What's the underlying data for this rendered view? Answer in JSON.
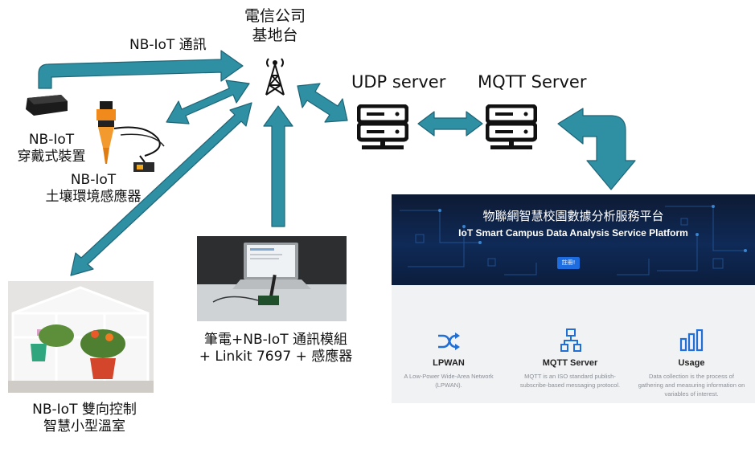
{
  "tower": {
    "line1": "電信公司",
    "line2": "基地台"
  },
  "link_label": "NB-IoT 通訊",
  "udp_label": "UDP server",
  "mqtt_label": "MQTT Server",
  "wearable": {
    "line1": "NB-IoT",
    "line2": "穿戴式裝置"
  },
  "soil": {
    "line1": "NB-IoT",
    "line2": "土壤環境感應器"
  },
  "laptop": {
    "line1": "筆電+NB-IoT 通訊模組",
    "line2": "+ Linkit 7697 + 感應器"
  },
  "greenhouse": {
    "line1": "NB-IoT 雙向控制",
    "line2": "智慧小型溫室"
  },
  "platform": {
    "title_zh": "物聯網智慧校園數據分析服務平台",
    "title_en": "IoT Smart Campus Data Analysis Service Platform",
    "button": "註冊!",
    "features": [
      {
        "icon": "shuffle-icon",
        "title": "LPWAN",
        "desc": "A Low-Power Wide-Area Network (LPWAN)."
      },
      {
        "icon": "sitemap-icon",
        "title": "MQTT Server",
        "desc": "MQTT is an ISO standard publish-subscribe-based messaging protocol."
      },
      {
        "icon": "bar-chart-icon",
        "title": "Usage",
        "desc": "Data collection is the process of gathering and measuring information on variables of interest."
      }
    ]
  },
  "colors": {
    "arrow_fill": "#2f8fa3",
    "arrow_stroke": "#1d6577",
    "banner_bg": "#0f2a57",
    "icon_blue": "#1f6fd6"
  }
}
